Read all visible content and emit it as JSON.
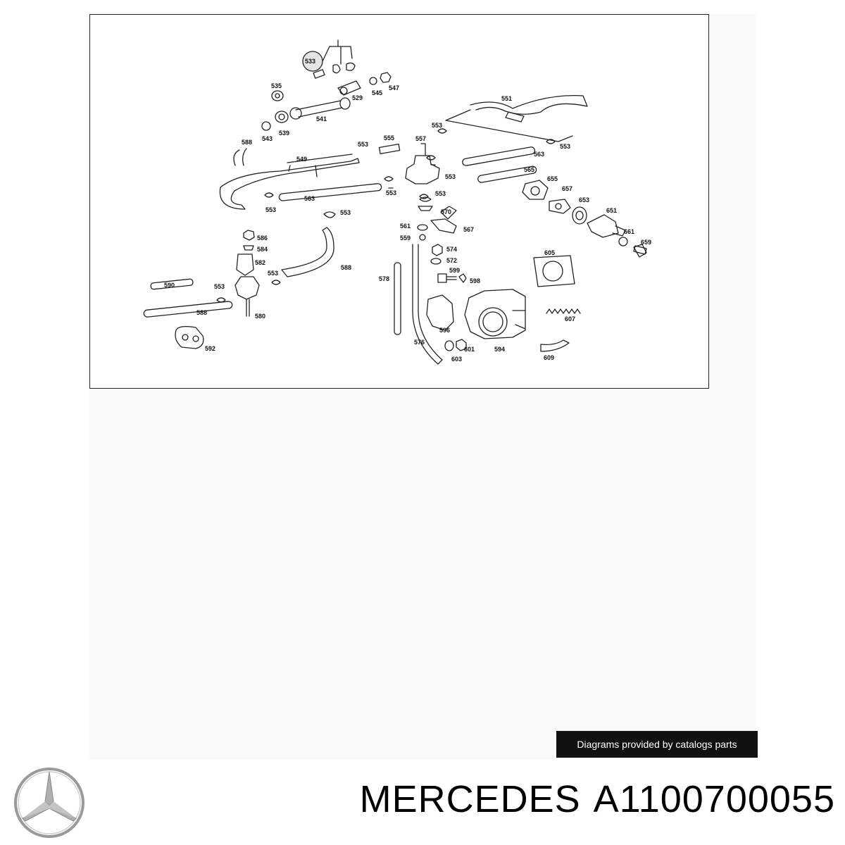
{
  "diagram": {
    "part_labels": [
      "533",
      "535",
      "529",
      "545",
      "547",
      "541",
      "539",
      "543",
      "551",
      "588",
      "549",
      "555",
      "557",
      "553",
      "563",
      "565",
      "655",
      "657",
      "653",
      "651",
      "570",
      "561",
      "567",
      "559",
      "661",
      "659",
      "586",
      "584",
      "582",
      "578",
      "574",
      "572",
      "599",
      "598",
      "605",
      "590",
      "580",
      "576",
      "596",
      "607",
      "601",
      "594",
      "603",
      "609",
      "592"
    ]
  },
  "credit": {
    "text": "Diagrams provided by catalogs parts"
  },
  "product": {
    "brand": "MERCEDES",
    "part_number": "A1100700055"
  },
  "logo": {
    "name": "mercedes-star-logo",
    "color": "#9a9a9a"
  }
}
